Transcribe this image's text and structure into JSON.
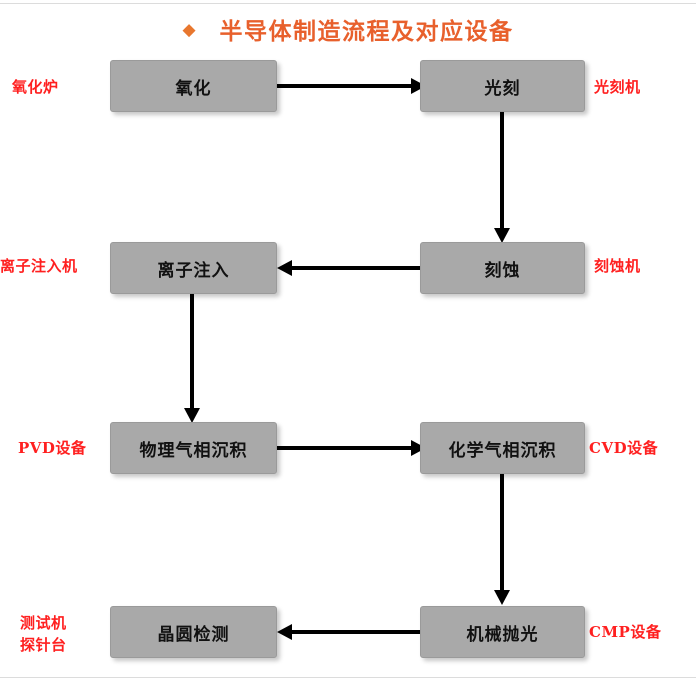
{
  "title": {
    "bullet": "◆",
    "text": "半导体制造流程及对应设备",
    "color": "#e8602c"
  },
  "colors": {
    "node_fill": "#a9a9a9",
    "node_text": "#111111",
    "side_label": "#ff2020",
    "connector": "#000000",
    "background": "#ffffff"
  },
  "flow": {
    "nodes": [
      {
        "id": "oxidation",
        "label": "氧化",
        "row": 1,
        "col": "left"
      },
      {
        "id": "photolithography",
        "label": "光刻",
        "row": 1,
        "col": "right"
      },
      {
        "id": "ion-implant",
        "label": "离子注入",
        "row": 2,
        "col": "left"
      },
      {
        "id": "etching",
        "label": "刻蚀",
        "row": 2,
        "col": "right"
      },
      {
        "id": "pvd",
        "label": "物理气相沉积",
        "row": 3,
        "col": "left"
      },
      {
        "id": "cvd",
        "label": "化学气相沉积",
        "row": 3,
        "col": "right"
      },
      {
        "id": "wafer-test",
        "label": "晶圆检测",
        "row": 4,
        "col": "left"
      },
      {
        "id": "cmp",
        "label": "机械抛光",
        "row": 4,
        "col": "right"
      }
    ],
    "equipment_labels": [
      {
        "id": "oxidation-furnace",
        "text": "氧化炉",
        "side": "left",
        "row": 1
      },
      {
        "id": "stepper",
        "text": "光刻机",
        "side": "right",
        "row": 1
      },
      {
        "id": "implanter",
        "text": "离子注入机",
        "side": "left",
        "row": 2
      },
      {
        "id": "etcher",
        "text": "刻蚀机",
        "side": "right",
        "row": 2
      },
      {
        "id": "pvd-equipment",
        "text": "PVD设备",
        "side": "left",
        "row": 3
      },
      {
        "id": "cvd-equipment",
        "text": "CVD设备",
        "side": "right",
        "row": 3
      },
      {
        "id": "tester-line1",
        "text": "测试机",
        "side": "left",
        "row": 4
      },
      {
        "id": "tester-line2",
        "text": "探针台",
        "side": "left",
        "row": 4
      },
      {
        "id": "cmp-equipment",
        "text": "CMP设备",
        "side": "right",
        "row": 4
      }
    ],
    "edges": [
      {
        "from": "oxidation",
        "to": "photolithography",
        "direction": "right"
      },
      {
        "from": "photolithography",
        "to": "etching",
        "direction": "down"
      },
      {
        "from": "etching",
        "to": "ion-implant",
        "direction": "left"
      },
      {
        "from": "ion-implant",
        "to": "pvd",
        "direction": "down"
      },
      {
        "from": "pvd",
        "to": "cvd",
        "direction": "right"
      },
      {
        "from": "cvd",
        "to": "cmp",
        "direction": "down"
      },
      {
        "from": "cmp",
        "to": "wafer-test",
        "direction": "left"
      }
    ]
  }
}
